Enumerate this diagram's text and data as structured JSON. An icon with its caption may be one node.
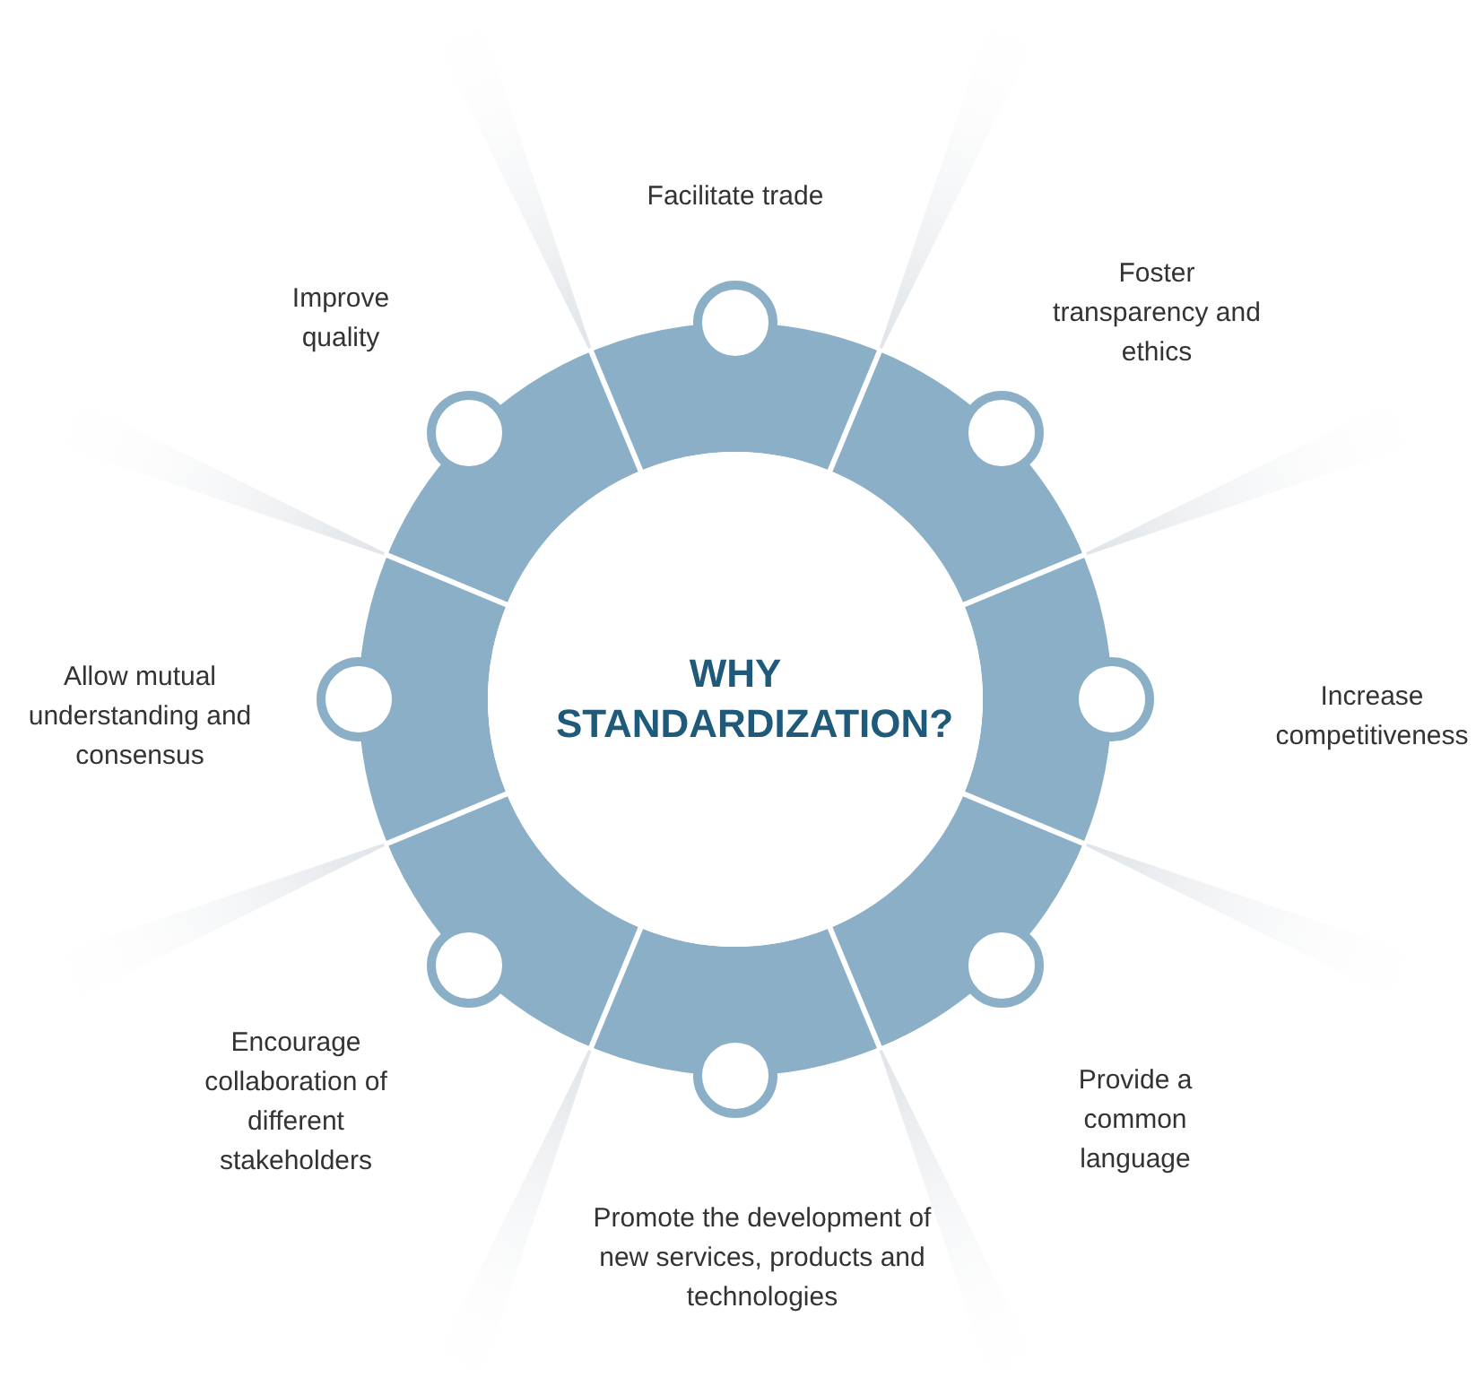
{
  "diagram": {
    "nodes": [
      {
        "text": [
          "WHY STANDARDIZATION?"
        ]
      }
    ],
    "labels": [
      "Facilitate trade",
      "Foster transparency and ethics",
      "Increase competitiveness",
      "Provide a common language",
      "Promote the development of new services, products and technologies",
      "Encourage collaboration of different stakeholders",
      "Allow mutual understanding and consensus",
      "Improve quality"
    ]
  }
}
